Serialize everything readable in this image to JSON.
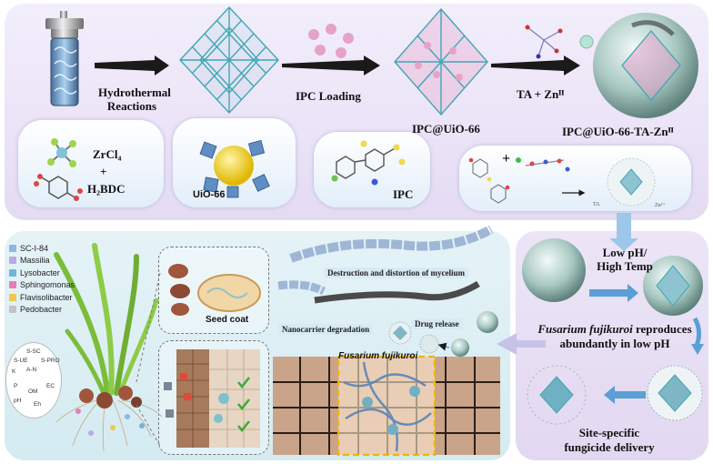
{
  "top": {
    "hydrothermal_label": "Hydrothermal\nReactions",
    "zrcl4_label": "ZrCl₄",
    "plus_label": "+",
    "h2bdc_label": "H₂BDC",
    "uio66_label": "UiO-66",
    "ipc_loading_label": "IPC Loading",
    "ipc_label": "IPC",
    "ipc_uio66_label": "IPC@UiO-66",
    "ta_zn_label": "TA + Znᴵᴵ",
    "final_label": "IPC@UiO-66-TA-Znᴵᴵ",
    "plus_small": "+",
    "ta_small": "TA",
    "zn_small": "Zn²⁺"
  },
  "bottom_left": {
    "legend": [
      {
        "label": "SC-I-84",
        "color": "#8fb8e4"
      },
      {
        "label": "Massilia",
        "color": "#b9a8e6"
      },
      {
        "label": "Lysobacter",
        "color": "#74b4d9"
      },
      {
        "label": "Sphingomonas",
        "color": "#e87cb6"
      },
      {
        "label": "Flavisolibacter",
        "color": "#f0c84a"
      },
      {
        "label": "Pedobacter",
        "color": "#c3c3c3"
      }
    ],
    "soil_props": [
      "S-SC",
      "S-UE",
      "K",
      "A-N",
      "S-PRO",
      "P",
      "EC",
      "OM",
      "pH",
      "Eh"
    ],
    "seed_coat_label": "Seed coat",
    "mycelium_label": "Destruction and distortion of mycelium",
    "degradation_label": "Nanocarrier degradation",
    "release_label": "Drug release",
    "fusarium_label": "Fusarium fujikuroi"
  },
  "bottom_right": {
    "low_ph_label": "Low pH/\nHigh Temp",
    "reproduces_species": "Fusarium fujikuroi",
    "reproduces_rest": "reproduces\nabundantly in low pH",
    "delivery_label": "Site-specific\nfungicide delivery"
  },
  "colors": {
    "mof_teal": "#3fa7b5",
    "ipc_pink": "#e6a3c8",
    "arrow_dark": "#1a1a1a",
    "arrow_blue": "#5a9fd6",
    "tissue_brown": "#c9a489",
    "highlight_yellow": "#f2b400"
  }
}
